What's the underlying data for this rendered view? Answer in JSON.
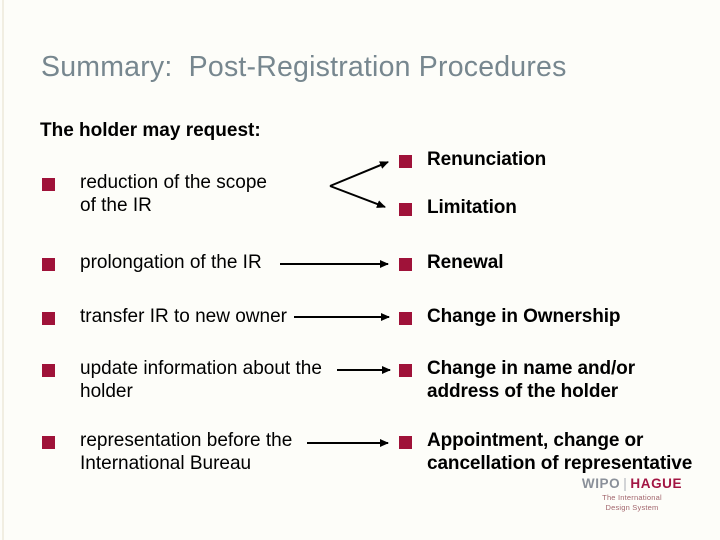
{
  "slide": {
    "title": "Summary:  Post-Registration Procedures",
    "intro": "The holder may request:"
  },
  "left_items": [
    {
      "lines": [
        "reduction of the scope",
        "of the IR"
      ]
    },
    {
      "lines": [
        "prolongation of the IR"
      ]
    },
    {
      "lines": [
        "transfer IR to new owner"
      ]
    },
    {
      "lines": [
        "update information about the",
        "holder"
      ]
    },
    {
      "lines": [
        "representation before the",
        "International Bureau"
      ]
    }
  ],
  "right_items": [
    {
      "lines": [
        "Renunciation"
      ]
    },
    {
      "lines": [
        "Limitation"
      ]
    },
    {
      "lines": [
        "Renewal"
      ]
    },
    {
      "lines": [
        "Change in Ownership"
      ]
    },
    {
      "lines": [
        "Change in name and/or",
        "address of the holder"
      ]
    },
    {
      "lines": [
        "Appointment, change or",
        "cancellation of representative"
      ]
    }
  ],
  "connections": [
    {
      "from": "reduction of the scope of the IR",
      "to": "Renunciation"
    },
    {
      "from": "reduction of the scope of the IR",
      "to": "Limitation"
    },
    {
      "from": "prolongation of the IR",
      "to": "Renewal"
    },
    {
      "from": "transfer IR to new owner",
      "to": "Change in Ownership"
    },
    {
      "from": "update information about the holder",
      "to": "Change in name and/or address of the holder"
    },
    {
      "from": "representation before the International Bureau",
      "to": "Appointment, change or cancellation of representative"
    }
  ],
  "logo": {
    "wipo": "WIPO",
    "separator": "|",
    "hague": "HAGUE",
    "tagline_line1": "The International",
    "tagline_line2": "Design System"
  },
  "colors": {
    "background": "#fdfdf9",
    "title": "#77878f",
    "bullet": "#9f1239",
    "text": "#000000",
    "arrow": "#000000",
    "logo_wipo": "#8a9099",
    "logo_hague": "#a21543",
    "logo_tagline": "#a2666d"
  }
}
